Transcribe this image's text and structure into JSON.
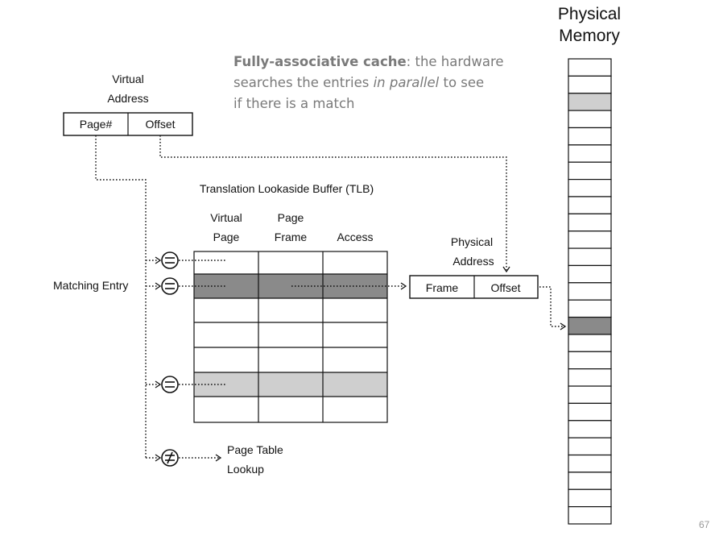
{
  "note": {
    "bold": "Fully-associative cache",
    "line1_rest": ": the hardware",
    "line2_a": "searches the entries ",
    "line2_italic": "in parallel",
    "line2_b": " to see",
    "line3": "if there is a match"
  },
  "virtual_address": {
    "label_line1": "Virtual",
    "label_line2": "Address",
    "page_field": "Page#",
    "offset_field": "Offset"
  },
  "tlb": {
    "title": "Translation Lookaside Buffer (TLB)",
    "headers": {
      "virtual_line1": "Virtual",
      "virtual_line2": "Page",
      "frame_line1": "Page",
      "frame_line2": "Frame",
      "access": "Access"
    },
    "matching_entry": "Matching Entry",
    "compare_equal": "=",
    "compare_not_equal": "≠"
  },
  "physical_address": {
    "label_line1": "Physical",
    "label_line2": "Address",
    "frame_field": "Frame",
    "offset_field": "Offset"
  },
  "page_table": {
    "line1": "Page Table",
    "line2": "Lookup"
  },
  "physical_memory": {
    "line1": "Physical",
    "line2": "Memory"
  },
  "colors": {
    "dark_highlight": "#8a8a8a",
    "light_highlight": "#cfcfcf"
  },
  "page_number": "67"
}
